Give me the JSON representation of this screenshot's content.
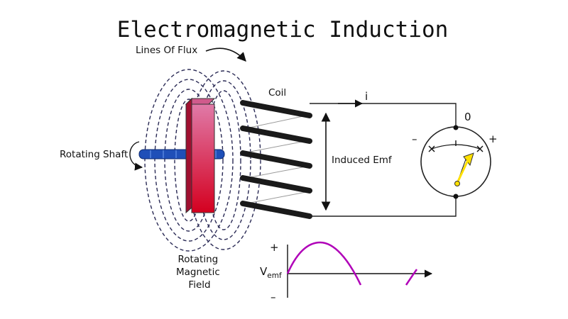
{
  "title": "Electromagnetic Induction",
  "labels": {
    "lines_of_flux": "Lines Of Flux",
    "coil": "Coil",
    "current": "i",
    "zero": "0",
    "minus": "–",
    "plus": "+",
    "rotating_shaft": "Rotating Shaft",
    "induced_emf": "Induced Emf",
    "rotating_magnetic_field": [
      "Rotating",
      "Magnetic",
      "Field"
    ],
    "graph_plus": "+",
    "graph_minus": "–",
    "v": "V",
    "emf_sub": "emf"
  },
  "colors": {
    "magnet_top": "#e07aa8",
    "magnet_bottom": "#d4001f",
    "shaft": "#1f4fb8",
    "coil": "#1a1a1a",
    "wave": "#b000b8",
    "needle": "#ffe000",
    "flux": "#2a2a55"
  },
  "icons": [
    "rotation-arrow-icon",
    "curved-arrow-icon",
    "current-arrow-icon"
  ]
}
